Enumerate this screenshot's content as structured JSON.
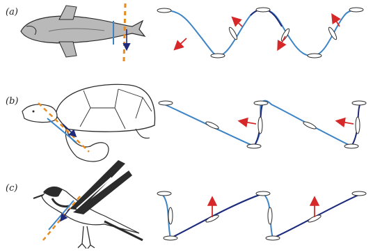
{
  "panels": [
    {
      "label": "(a)",
      "animal": "fish"
    },
    {
      "label": "(b)",
      "animal": "turtle"
    },
    {
      "label": "(c)",
      "animal": "bird"
    }
  ],
  "colors": {
    "stroke_light": "#3d84c6",
    "stroke_dark": "#1f2a7a",
    "force_arrow": "#d62828",
    "axis_dash": "#e88a1f",
    "outline": "#2b2b2b",
    "body_fill": "#b9b9b9"
  }
}
